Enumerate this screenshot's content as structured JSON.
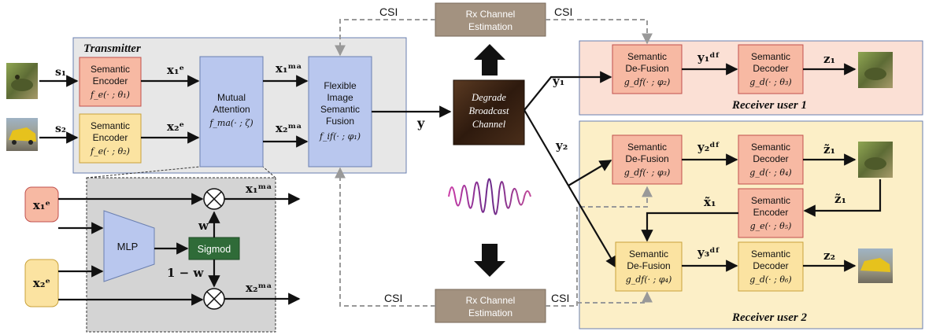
{
  "transmitter": {
    "title": "Transmitter"
  },
  "receiver1": {
    "title": "Receiver user 1"
  },
  "receiver2": {
    "title": "Receiver user 2"
  },
  "blocks": {
    "enc1": {
      "l1": "Semantic",
      "l2": "Encoder",
      "f": "f_e(· ; θ₁)"
    },
    "enc2": {
      "l1": "Semantic",
      "l2": "Encoder",
      "f": "f_e(· ; θ₂)"
    },
    "ma": {
      "l1": "Mutual",
      "l2": "Attention",
      "f": "f_ma(· ; ζ)"
    },
    "fusion": {
      "l1": "Flexible",
      "l2": "Image",
      "l3": "Semantic",
      "l4": "Fusion",
      "f": "f_if(· ; φ₁)"
    },
    "channel": {
      "l1": "Degrade",
      "l2": "Broadcast",
      "l3": "Channel"
    },
    "rx_top": {
      "l1": "Rx Channel",
      "l2": "Estimation"
    },
    "rx_bot": {
      "l1": "Rx Channel",
      "l2": "Estimation"
    },
    "defus1": {
      "l1": "Semantic",
      "l2": "De-Fusion",
      "f": "g_df(· ; φ₂)"
    },
    "dec1": {
      "l1": "Semantic",
      "l2": "Decoder",
      "f": "g_d(· ; θ₃)"
    },
    "defus2": {
      "l1": "Semantic",
      "l2": "De-Fusion",
      "f": "g_df(· ; φ₃)"
    },
    "dec2": {
      "l1": "Semantic",
      "l2": "Decoder",
      "f": "g_d(· ; θ₄)"
    },
    "enc_r": {
      "l1": "Semantic",
      "l2": "Encoder",
      "f": "g_e(· ; θ₅)"
    },
    "defus3": {
      "l1": "Semantic",
      "l2": "De-Fusion",
      "f": "g_df(· ; φ₄)"
    },
    "dec3": {
      "l1": "Semantic",
      "l2": "Decoder",
      "f": "g_d(· ; θ₆)"
    },
    "mlp": {
      "l1": "MLP"
    },
    "sigmod": {
      "l1": "Sigmod"
    }
  },
  "signals": {
    "s1": "s₁",
    "s2": "s₂",
    "x1e": "x₁ᵉ",
    "x2e": "x₂ᵉ",
    "x1ma": "x₁ᵐᵃ",
    "x2ma": "x₂ᵐᵃ",
    "y": "y",
    "y1": "y₁",
    "y2": "y₂",
    "y1df": "y₁ᵈᶠ",
    "y2df": "y₂ᵈᶠ",
    "y3df": "y₃ᵈᶠ",
    "z1": "z₁",
    "z2": "z₂",
    "z1t": "z̃₁",
    "z1t_b": "z̃₁",
    "x1t": "x̃₁",
    "w": "w",
    "one_minus_w": "1 − w",
    "in_x1e": "x₁ᵉ",
    "in_x2e": "x₂ᵉ",
    "out_x1ma": "x₁ᵐᵃ",
    "out_x2ma": "x₂ᵐᵃ"
  },
  "csi": {
    "top_left": "CSI",
    "top_right": "CSI",
    "bot_left": "CSI",
    "bot_right": "CSI"
  },
  "colors": {
    "enc_red": "#f7b9a3",
    "enc_yellow": "#fbe3a1",
    "ma_blue": "#b9c7ee",
    "rx1_bg": "#fbe0d5",
    "rx2_bg": "#fcefc7",
    "tx_bg": "#e7e7e7",
    "channel_dark": "#3d2416",
    "sigmod_green": "#2f6b38",
    "detail_bg": "#d4d4d4"
  },
  "icons": [
    "frog-image-icon",
    "car-image-icon",
    "waveform-icon",
    "up-arrow-icon",
    "down-arrow-icon",
    "multiply-icon"
  ]
}
